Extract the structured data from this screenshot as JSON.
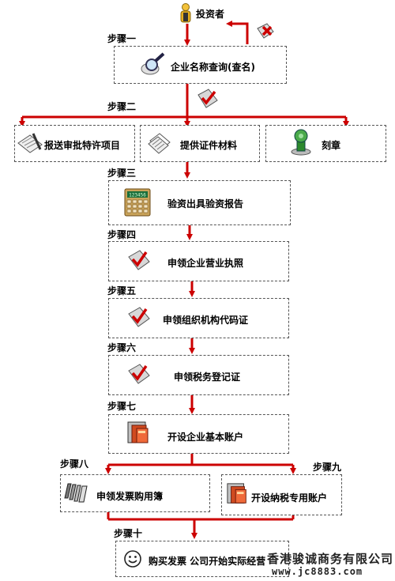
{
  "start": {
    "label": "投资者"
  },
  "steps": {
    "s1": "步骤一",
    "s2": "步骤二",
    "s3": "步骤三",
    "s4": "步骤四",
    "s5": "步骤五",
    "s6": "步骤六",
    "s7": "步骤七",
    "s8": "步骤八",
    "s9": "步骤九",
    "s10": "步骤十"
  },
  "boxes": {
    "name_check": "企业名称查询(查名)",
    "special_approval": "报送审批特许项目",
    "documents": "提供证件材料",
    "seal": "刻章",
    "capital_verification": "验资出具验资报告",
    "business_license": "申领企业营业执照",
    "org_code": "申领组织机构代码证",
    "tax_registration": "申领税务登记证",
    "basic_account": "开设企业基本账户",
    "invoice_book": "申领发票购用簿",
    "tax_account": "开设纳税专用账户",
    "final": "购买发票 公司开始实际经营"
  },
  "calculator_display": "123456",
  "watermark": {
    "company": "香港骏诚商务有限公司",
    "url": "www.jc8883.com"
  },
  "colors": {
    "arrow": "#cc0000",
    "box_border": "#555555"
  }
}
